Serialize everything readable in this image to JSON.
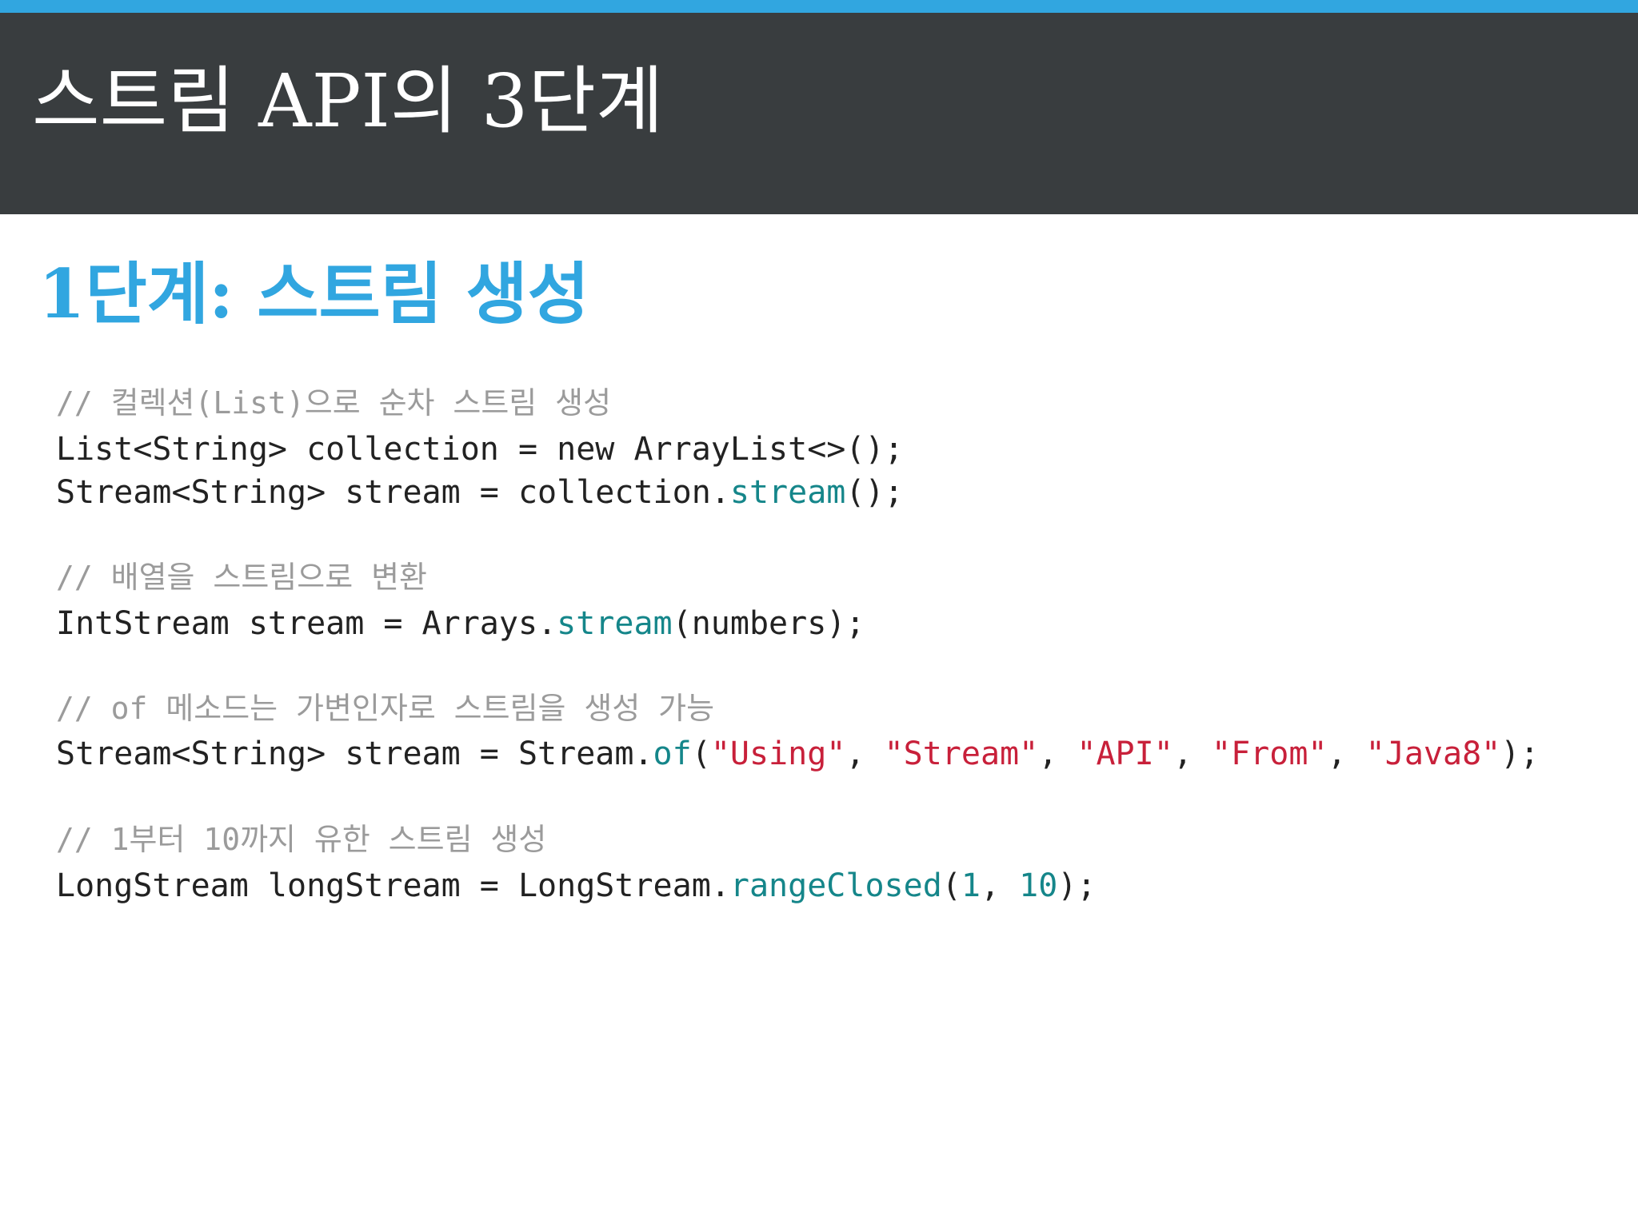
{
  "slide": {
    "title": "스트림 API의 3단계",
    "heading": "1단계: 스트림 생성"
  },
  "code": {
    "comment1": "// 컬렉션(List)으로 순차 스트림 생성",
    "l1": "List<String> collection = new ArrayList<>();",
    "l2_pre": "Stream<String> stream = collection.",
    "l2_method": "stream",
    "l2_post": "();",
    "comment2": "// 배열을 스트림으로 변환",
    "l3_pre": "IntStream stream = Arrays.",
    "l3_method": "stream",
    "l3_post": "(numbers);",
    "comment3": "// of 메소드는 가변인자로 스트림을 생성 가능",
    "l4_pre": "Stream<String> stream = Stream.",
    "l4_method": "of",
    "l4_open": "(",
    "l4_s1": "\"Using\"",
    "l4_sep1": ", ",
    "l4_s2": "\"Stream\"",
    "l4_sep2": ", ",
    "l4_s3": "\"API\"",
    "l4_sep3": ", ",
    "l4_s4": "\"From\"",
    "l4_sep4": ", ",
    "l4_s5": "\"Java8\"",
    "l4_close": ");",
    "comment4": "// 1부터 10까지 유한 스트림 생성",
    "l5_pre": "LongStream longStream = LongStream.",
    "l5_method": "rangeClosed",
    "l5_open": "(",
    "l5_n1": "1",
    "l5_sep": ", ",
    "l5_n2": "10",
    "l5_close": ");"
  },
  "colors": {
    "accent": "#31a6e0",
    "title_band": "#393d3f",
    "comment": "#9b9b9b",
    "method": "#15868a",
    "string": "#c8203a"
  }
}
